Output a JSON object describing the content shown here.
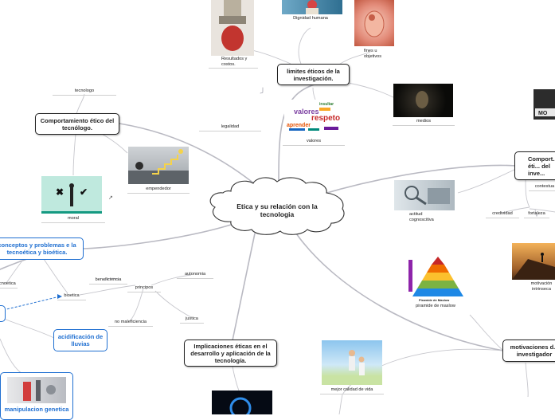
{
  "center": {
    "title": "Etica y su relación con la tecnologia"
  },
  "topics": {
    "limites": "limites éticos de la investigación.",
    "comportamiento_tecnologo": "Comportamiento ético del tecnólogo.",
    "comportamiento_investigador": "Comport... éti... del inve...",
    "conceptos": "conceptos y problemas e la tecnoética y bioética.",
    "implicaciones": "Implicaciones éticas en el desarrollo y aplicación de la tecnología.",
    "motivaciones": "motivaciones d... investigador",
    "acidificacion": "acidificación de lluvias",
    "manipulacion": "manipulacion genetica"
  },
  "labels": {
    "dignidad": "Dignidad humana",
    "resultados": "Resultados y costos.",
    "fines": "fines u objetivos",
    "medios": "medios",
    "valores": "valores",
    "legalidad": "legalidad",
    "tecnologo": "tecnologo",
    "empendedor": "empendedor",
    "moral": "moral",
    "beneficiencia": "beneficiencia",
    "principos": "principos",
    "autonomia": "autonomia",
    "bioetica": "bioetica",
    "no_maleficiencia": "no maleficiencia",
    "justica": "justica",
    "tecnoetica": "tecnoetica",
    "actitud": "actitud cognoscitiva",
    "contestua": "contestua",
    "credividad": "credividad",
    "fortaleza": "fortaleza",
    "piramide": "piramide de maslow",
    "motivacion": "motivación intrinseca",
    "mejor_calidad": "mejor calidad de vida"
  },
  "images": {
    "wordcloud_words": [
      "respeto",
      "valores",
      "aprender",
      "insultar"
    ],
    "pyramid_caption": "Piramide de Maslow",
    "mo_sign": "MO"
  }
}
